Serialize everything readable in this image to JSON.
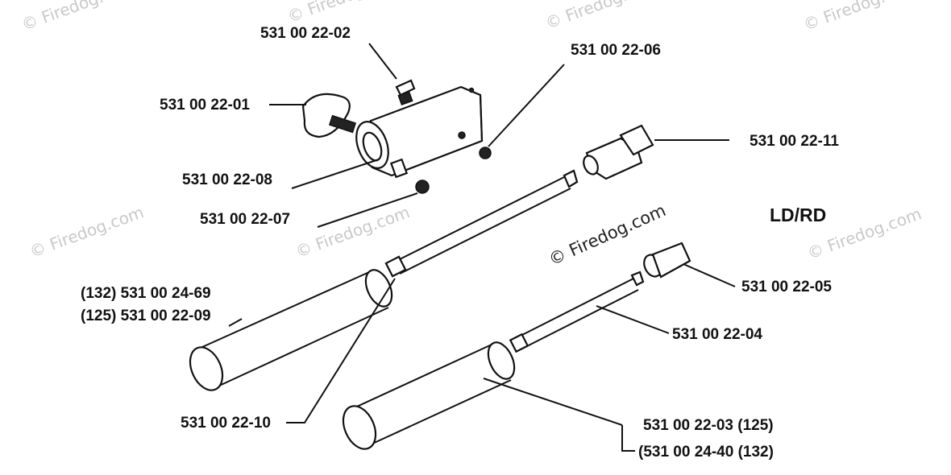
{
  "diagram": {
    "model_tag": "LD/RD",
    "watermark_center": "© Firedog.com",
    "watermark_faint": "© Firedog.com",
    "labels": {
      "p02": "531 00 22-02",
      "p06": "531 00 22-06",
      "p01": "531 00 22-01",
      "p11": "531 00 22-11",
      "p08": "531 00 22-08",
      "p07": "531 00 22-07",
      "p69": "(132) 531 00 24-69",
      "p09": "(125) 531 00 22-09",
      "p05": "531 00 22-05",
      "p04": "531 00 22-04",
      "p10": "531 00 22-10",
      "p03": "531 00 22-03 (125)",
      "p40": "(531 00 24-40 (132)"
    }
  }
}
